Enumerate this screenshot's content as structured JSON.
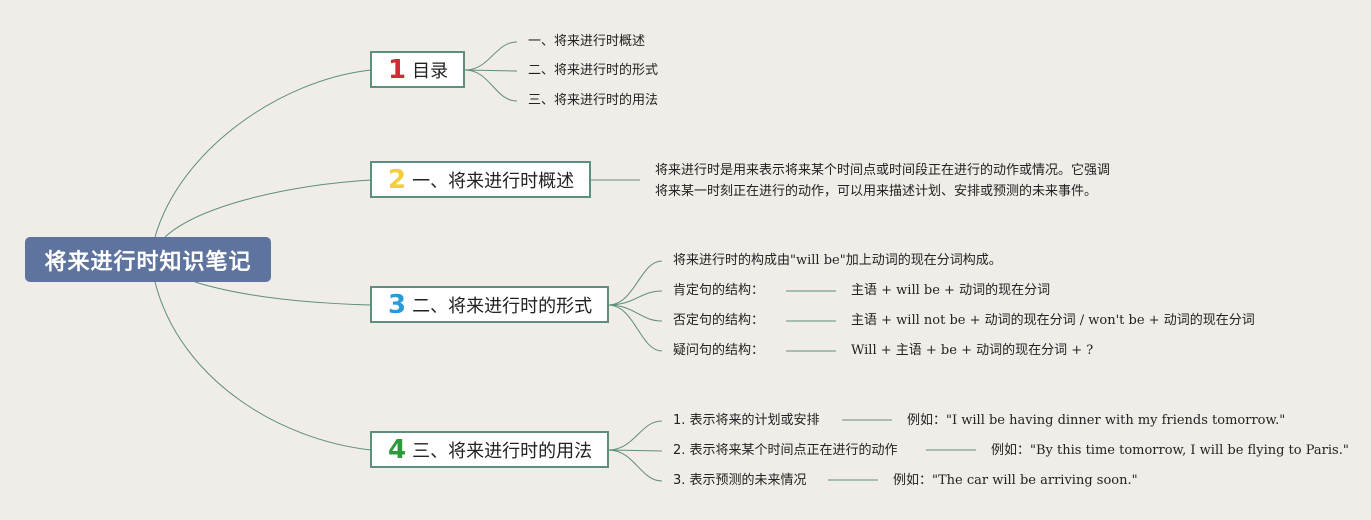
{
  "root": {
    "label": "将来进行时知识笔记"
  },
  "colors": {
    "root_fill": "#5e749f",
    "link": "#5c8f7d",
    "background": "#f0ece7"
  },
  "branches": [
    {
      "number": "1",
      "number_color": "#d42a33",
      "label": "目录",
      "children": [
        "一、将来进行时概述",
        "二、将来进行时的形式",
        "三、将来进行时的用法"
      ]
    },
    {
      "number": "2",
      "number_color": "#f2cf3a",
      "label": "一、将来进行时概述",
      "paragraph": [
        "将来进行时是用来表示将来某个时间点或时间段正在进行的动作或情况。它强调",
        "将来某一时刻正在进行的动作，可以用来描述计划、安排或预测的未来事件。"
      ]
    },
    {
      "number": "3",
      "number_color": "#2b9ad9",
      "label": "二、将来进行时的形式",
      "intro": "将来进行时的构成由\"will be\"加上动词的现在分词构成。",
      "rows": [
        {
          "label": "肯定句的结构：",
          "value": "主语 + will be + 动词的现在分词"
        },
        {
          "label": "否定句的结构：",
          "value": "主语 + will not be + 动词的现在分词 / won't be + 动词的现在分词"
        },
        {
          "label": "疑问句的结构：",
          "value": "Will + 主语 + be + 动词的现在分词 + ?"
        }
      ]
    },
    {
      "number": "4",
      "number_color": "#2a9a3a",
      "label": "三、将来进行时的用法",
      "rows": [
        {
          "label": "1. 表示将来的计划或安排",
          "example": "例如：\"I will be having dinner with my friends tomorrow.\""
        },
        {
          "label": "2. 表示将来某个时间点正在进行的动作",
          "example": "例如：\"By this time tomorrow, I will be flying to Paris.\""
        },
        {
          "label": "3. 表示预测的未来情况",
          "example": "例如：\"The car will be arriving soon.\""
        }
      ]
    }
  ]
}
